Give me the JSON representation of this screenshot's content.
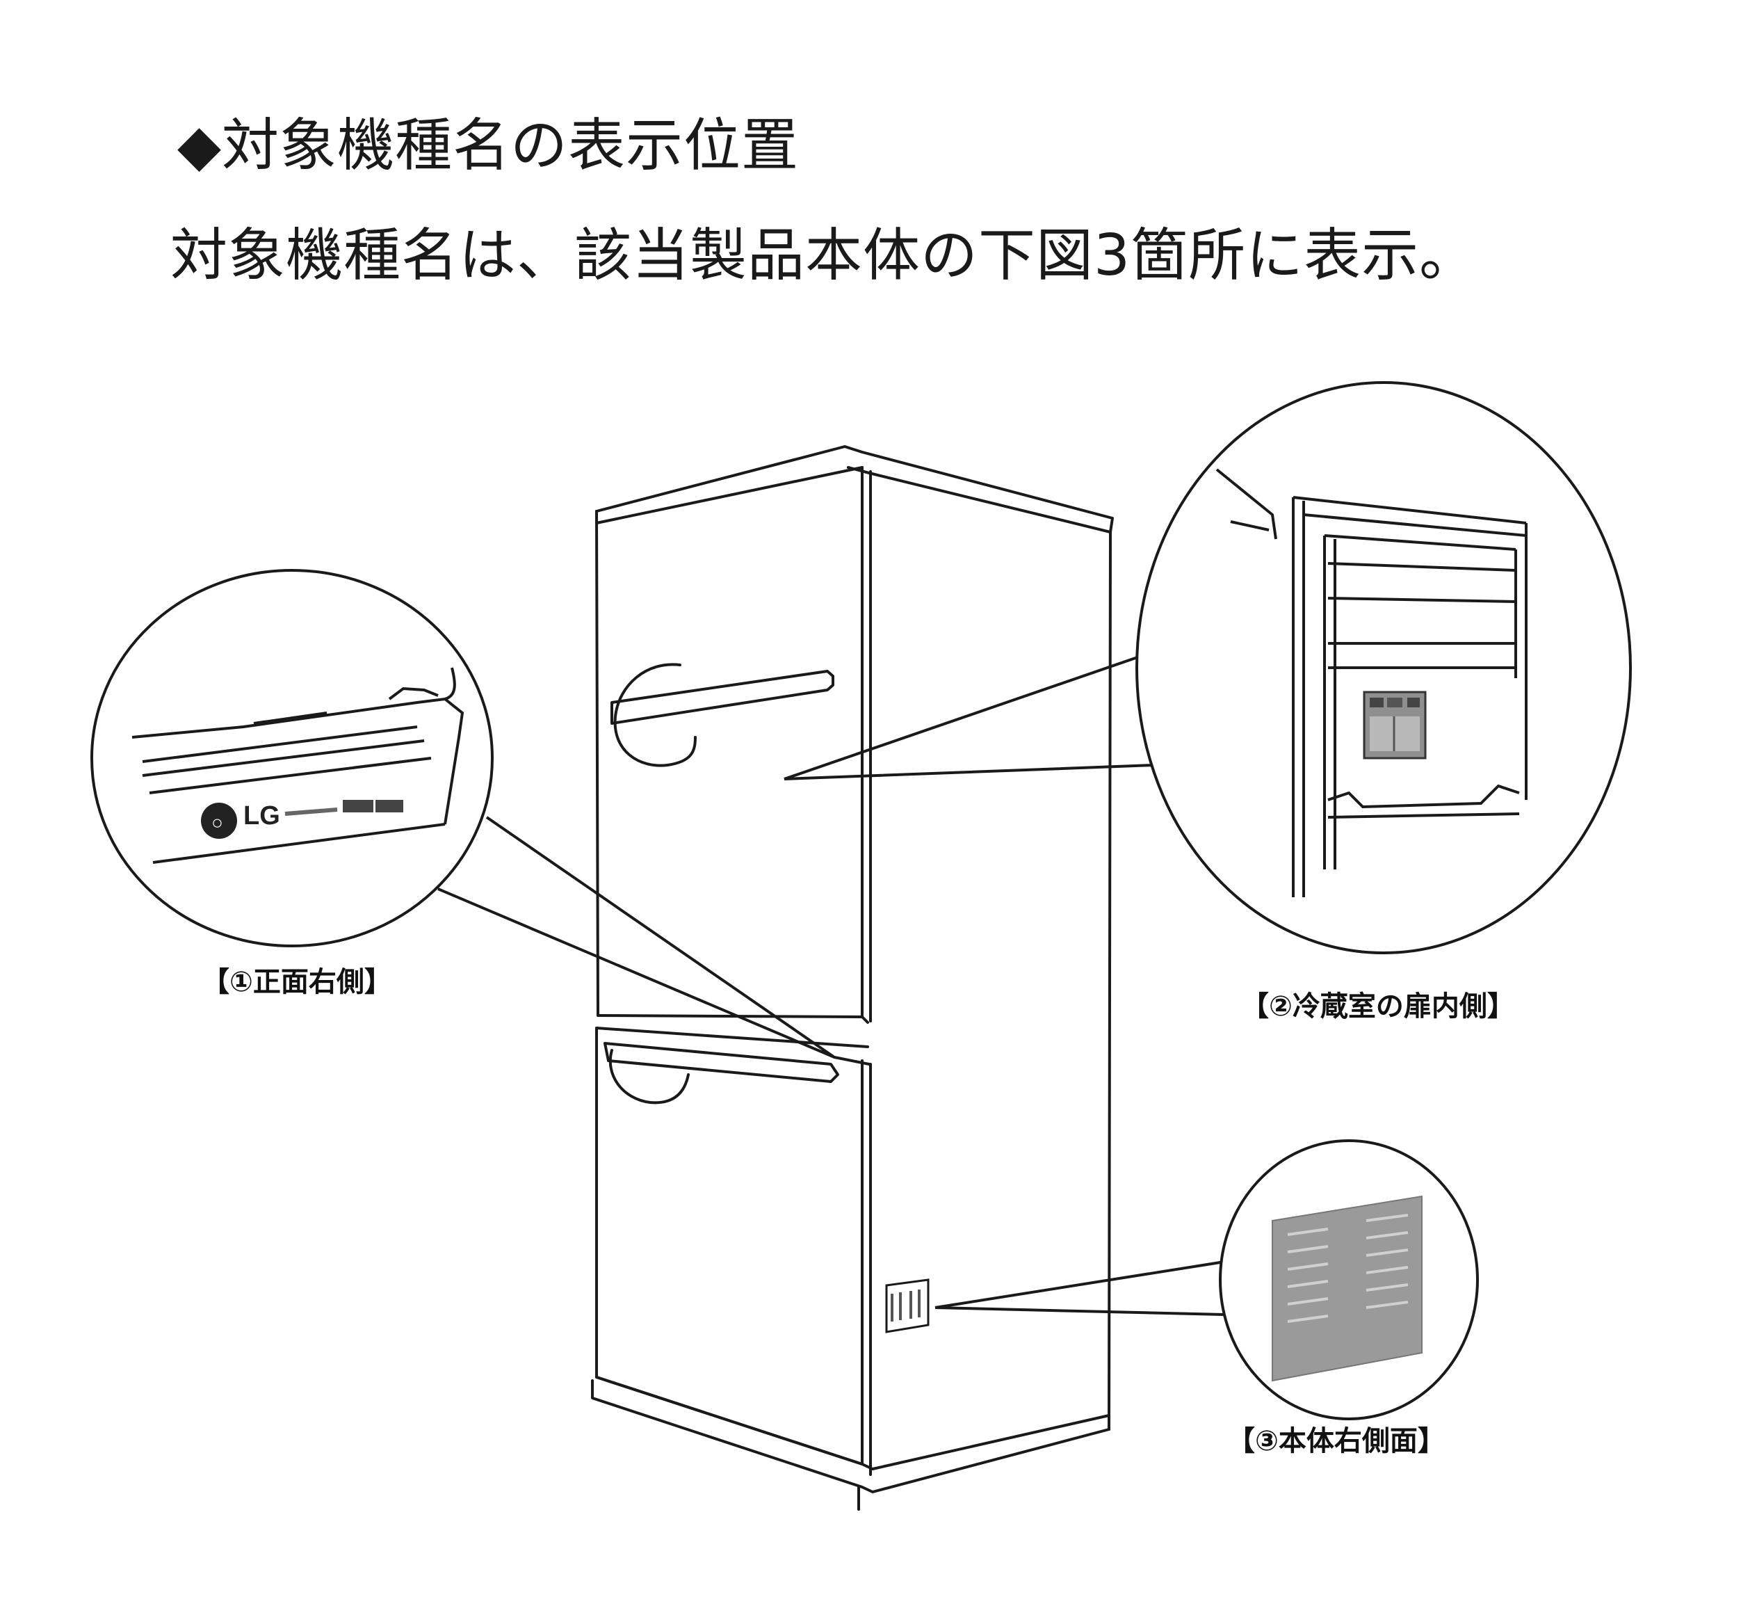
{
  "heading": "◆対象機種名の表示位置",
  "description": "対象機種名は、該当製品本体の下図3箇所に表示。",
  "callouts": {
    "front_right": "【①正面右側】",
    "fridge_door_inside": "【②冷蔵室の扉内側】",
    "body_right_side": "【③本体右側面】"
  },
  "logo": {
    "brand": "LG"
  },
  "colors": {
    "line": "#1a1a1a",
    "label_plate": "#8f8f8f",
    "sticker": "#9a9a9a"
  }
}
